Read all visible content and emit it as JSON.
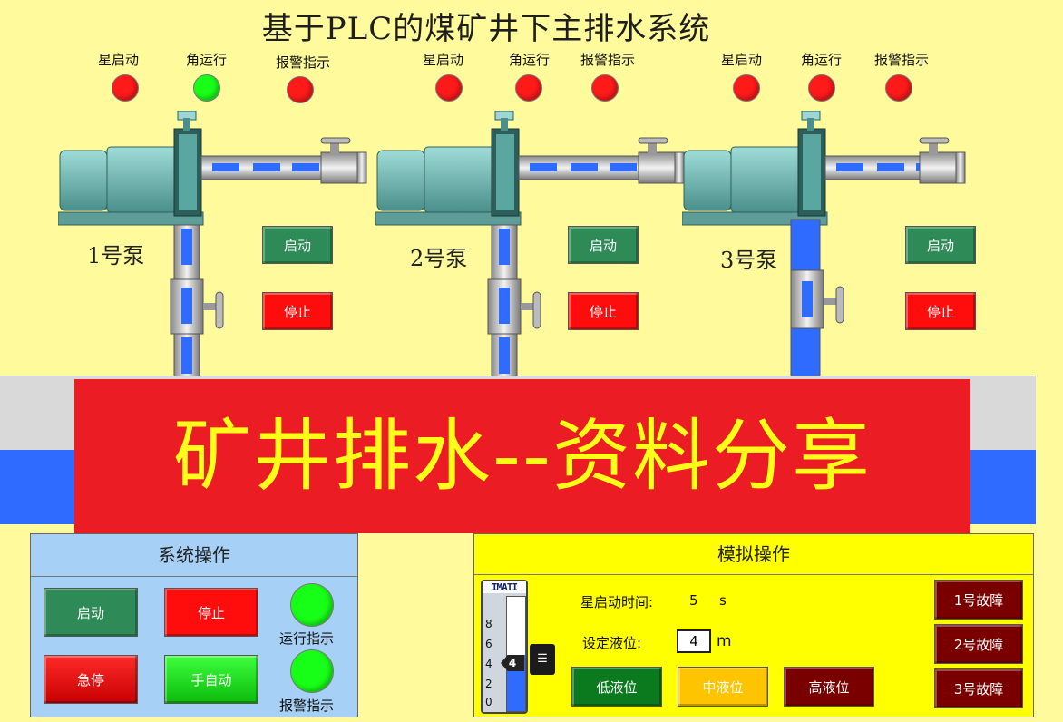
{
  "title": "基于PLC的煤矿井下主排水系统",
  "pumps": [
    {
      "name": "1号泵",
      "ind_star": "星启动",
      "ind_delta": "角运行",
      "ind_alarm": "报警指示",
      "start": "启动",
      "stop": "停止",
      "star_on": false,
      "delta_on": true,
      "alarm_on": false
    },
    {
      "name": "2号泵",
      "ind_star": "星启动",
      "ind_delta": "角运行",
      "ind_alarm": "报警指示",
      "start": "启动",
      "stop": "停止",
      "star_on": false,
      "delta_on": false,
      "alarm_on": false
    },
    {
      "name": "3号泵",
      "ind_star": "星启动",
      "ind_delta": "角运行",
      "ind_alarm": "报警指示",
      "start": "启动",
      "stop": "停止",
      "star_on": false,
      "delta_on": false,
      "alarm_on": false
    }
  ],
  "banner": "矿井排水--资料分享",
  "system_panel": {
    "title": "系统操作",
    "start": "启动",
    "stop": "停止",
    "estop": "急停",
    "manual_auto": "手自动",
    "run_indicator": "运行指示",
    "alarm_indicator": "报警指示"
  },
  "sim_panel": {
    "title": "模拟操作",
    "star_time_label": "星启动时间:",
    "star_time_value": "5",
    "star_time_unit": "s",
    "set_level_label": "设定液位:",
    "set_level_value": "4",
    "set_level_unit": "m",
    "low_level": "低液位",
    "mid_level": "中液位",
    "high_level": "高液位",
    "fault1": "1号故障",
    "fault2": "2号故障",
    "fault3": "3号故障",
    "gauge_header": "IMATI",
    "gauge_value": "4",
    "gauge_ticks": [
      "8",
      "6",
      "4",
      "2",
      "0"
    ]
  },
  "colors": {
    "background": "#fffb9c",
    "banner": "#ec1c24",
    "banner_text": "#ffff1a",
    "water": "#2f6bff"
  }
}
